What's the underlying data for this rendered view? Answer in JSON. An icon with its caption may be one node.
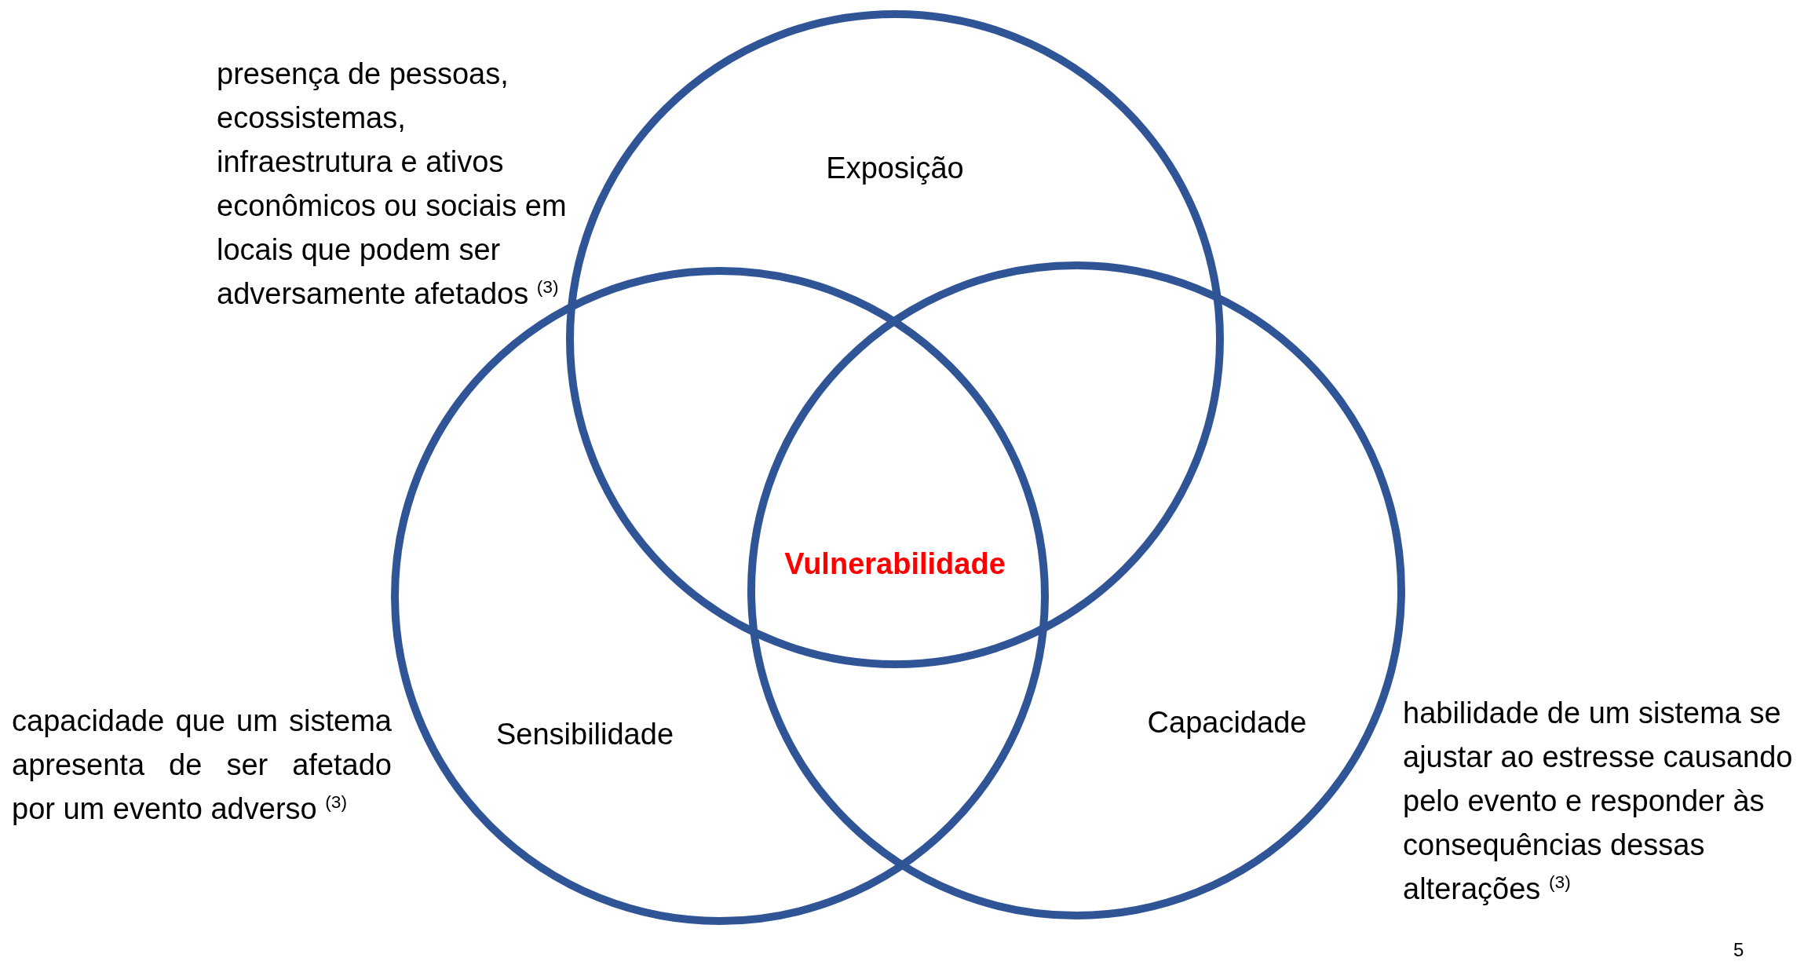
{
  "diagram": {
    "nodes": [
      {
        "text": [
          "Exposição"
        ],
        "beside": [
          "presença de pessoas, ecossistemas, infraestrutura e ativos econômicos ou sociais em locais que podem ser adversamente afetados $^{(3)}$"
        ]
      },
      {
        "text": [
          "Sensibilidade"
        ],
        "beside": [
          "capacidade que um sistema apresenta de ser afetado por um evento adverso $^{(3)}$"
        ]
      },
      {
        "text": [
          "Capacidade"
        ],
        "beside": [
          "habilidade de um sistema se ajustar ao estresse causando pelo evento e responder às consequências dessas alterações $^{(3)}$"
        ]
      },
      {
        "text": [
          "Vulnerabilidade"
        ]
      }
    ],
    "labels": [
      "5"
    ]
  }
}
